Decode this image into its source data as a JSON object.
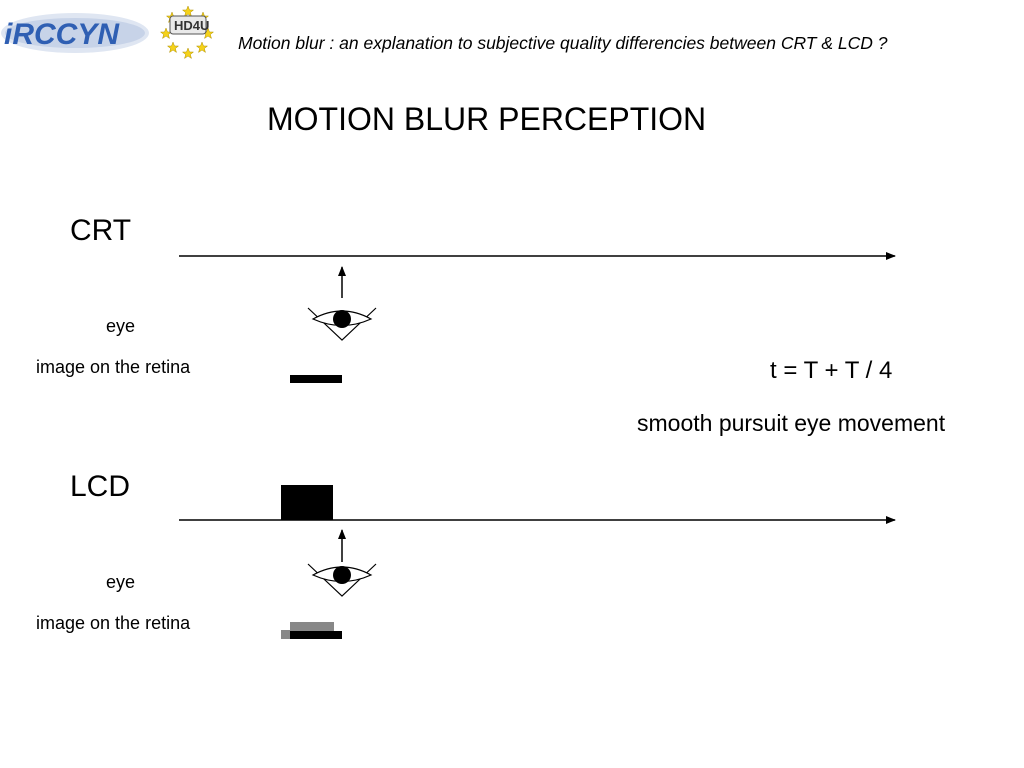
{
  "header": {
    "subtitle": "Motion blur : an explanation to subjective quality differencies between CRT & LCD ?"
  },
  "logos": {
    "ircyn": "irccyn",
    "hd4u": "HD4U"
  },
  "title": "MOTION BLUR PERCEPTION",
  "crt": {
    "label": "CRT",
    "eye_label": "eye",
    "retina_label": "image on the retina"
  },
  "lcd": {
    "label": "LCD",
    "eye_label": "eye",
    "retina_label": "image on the retina"
  },
  "annotations": {
    "time_formula": "t = T + T / 4",
    "pursuit": "smooth pursuit eye movement"
  },
  "colors": {
    "logo_blue": "#2f5fb3",
    "logo_yellow": "#f5d21a",
    "blur_gray": "#888888",
    "ink": "#000000"
  },
  "icons": [
    "eye-icon",
    "arrow-up-icon",
    "arrow-right-icon",
    "star-icon"
  ]
}
